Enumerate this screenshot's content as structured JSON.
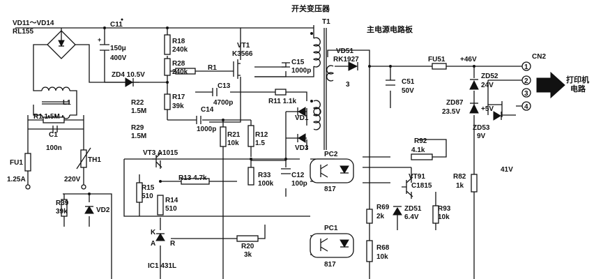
{
  "titles": {
    "transformer": "开关变压器",
    "main_board": "主电源电路板",
    "printer_circuit": "打印机\n电路"
  },
  "labels": {
    "bridge": "VD11～VD14",
    "bridge_type": "RL155",
    "c11": "C11",
    "c11_val1": "150μ",
    "c11_val2": "400V",
    "r18": "R18",
    "r18_val": "240k",
    "r28": "R28",
    "r28_val": "240k",
    "vt1": "VT1",
    "vt1_type": "K3566",
    "t1": "T1",
    "c15": "C15",
    "c15_val": "1000p",
    "r1": "R1",
    "zd4": "ZD4 10.5V",
    "r17": "R17",
    "r17_val": "39k",
    "c13": "C13",
    "c13_val": "4700p",
    "r11": "R11 1.1k",
    "l1": "L1",
    "r1_1": "R1 1.5M",
    "c1": "C1",
    "c1_val": "100n",
    "r22": "R22",
    "r22_val": "1.5M",
    "r29": "R29",
    "r29_val": "1.5M",
    "c14": "C14",
    "c14_val": "1000p",
    "r21": "R21",
    "r21_val": "10k",
    "r12": "R12",
    "r12_val": "1.5",
    "vd1": "VD1",
    "vd3": "VD3",
    "fu1": "FU1",
    "fu1_val": "1.25A",
    "th1": "TH1",
    "ac_in": "220V",
    "vt3": "VT3  A1015",
    "r13": "R13 4.7k",
    "r33": "R33",
    "r33_val": "100k",
    "c12": "C12",
    "c12_val": "100p",
    "pc2": "PC2",
    "pc2_type": "817",
    "r15": "R15",
    "r15_val": "510",
    "r14": "R14",
    "r14_val": "510",
    "r39": "R39",
    "r39_val": "39k",
    "vd2": "VD2",
    "ic1_k": "K",
    "ic1_a": "A",
    "ic1_r": "R",
    "ic1": "IC1 431L",
    "r20": "R20",
    "r20_val": "3k",
    "pc1": "PC1",
    "pc1_type": "817",
    "vd51": "VD51",
    "vd51_type": "RK1927",
    "pin3": "3",
    "c51": "C51",
    "c51_val": "50V",
    "fu51": "FU51",
    "v46": "+46V",
    "cn2": "CN2",
    "zd52": "ZD52",
    "zd52_val": "24V",
    "zd87": "ZD87",
    "zd87_val": "23.5V",
    "v5": "+5V",
    "zd53": "ZD53",
    "zd53_val": "9V",
    "r92": "R92",
    "r92_val": "4.1k",
    "vt91": "VT91",
    "vt91_type": "C1815",
    "r69": "R69",
    "r69_val": "2k",
    "zd51": "ZD51",
    "zd51_val": "6.4V",
    "r93": "R93",
    "r93_val": "10k",
    "r82": "R82",
    "r82_val": "1k",
    "v41": "41V",
    "r68": "R68",
    "r68_val": "10k",
    "pin1": "1",
    "pin2": "2",
    "pin3b": "3",
    "pin4": "4"
  }
}
